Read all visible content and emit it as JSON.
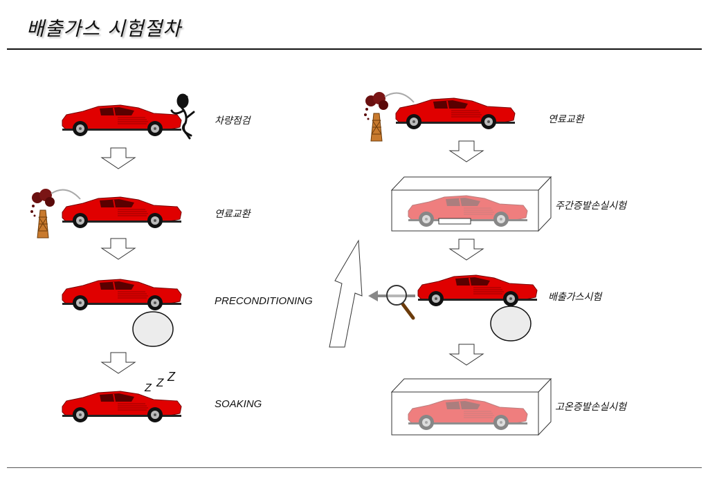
{
  "page": {
    "title": "배출가스 시험절차"
  },
  "left_steps": [
    {
      "label": "차량점검"
    },
    {
      "label": "연료교환"
    },
    {
      "label": "PRECONDITIONING"
    },
    {
      "label": "SOAKING"
    }
  ],
  "right_steps": [
    {
      "label": "연료교환"
    },
    {
      "label": "주간증발손실시험"
    },
    {
      "label": "배출가스시험"
    },
    {
      "label": "고온증발손실시험"
    }
  ],
  "soaking_marks": [
    "Z",
    "Z",
    "Z"
  ],
  "colors": {
    "car_body": "#e00000",
    "car_dark": "#8a0000",
    "chamber_fill": "#ffffff",
    "ghost_car": "#f0a0a0",
    "ellipse_fill": "#ececec"
  },
  "icons": {
    "inspector": "person-inspecting-icon",
    "fuel": "fuel-pump-icon",
    "magnifier": "magnifying-glass-icon",
    "arrow_down": "hollow-down-arrow-icon",
    "arrow_up": "hollow-up-arrow-icon"
  }
}
